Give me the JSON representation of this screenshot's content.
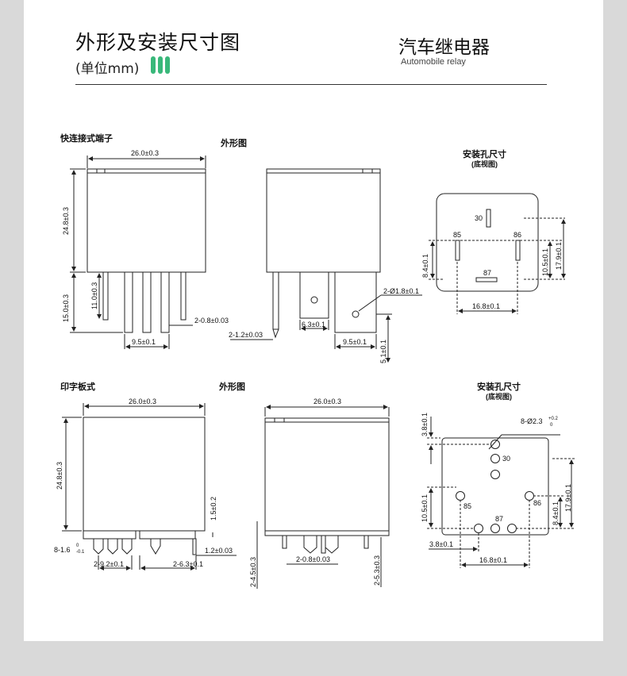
{
  "header": {
    "title": "外形及安装尺寸图",
    "unit": "(单位mm)",
    "product_title": "汽车继电器",
    "product_subtitle": "Automobile relay",
    "accent_color": "#39b87a"
  },
  "quick_connect": {
    "section_label": "快连接式端子",
    "outline_label": "外形图",
    "hole_label": "安装孔尺寸",
    "hole_sub": "(底视图)",
    "dims": {
      "width": "26.0±0.3",
      "height": "24.8±0.3",
      "pin_len": "15.0±0.3",
      "pin_len2": "11.0±0.3",
      "pin_thk": "2-0.8±0.03",
      "pitch": "9.5±0.1",
      "pin_w": "2-1.2±0.03",
      "tab_w": "6.3±0.1",
      "hole_dia": "2-Ø1.8±0.1",
      "pitch2": "9.5±0.1",
      "offset": "5.1±0.1",
      "hole_v1": "8.4±0.1",
      "hole_v2": "10.5±0.1",
      "hole_v3": "17.9±0.1",
      "hole_h": "16.8±0.1"
    },
    "pins": [
      "30",
      "85",
      "86",
      "87"
    ]
  },
  "pcb": {
    "section_label": "印字板式",
    "outline_label": "外形图",
    "hole_label": "安装孔尺寸",
    "hole_sub": "(底视图)",
    "dims": {
      "width": "26.0±0.3",
      "width2": "26.0±0.3",
      "height": "24.8±0.3",
      "standoff": "1.5±0.2",
      "pin_a": "8-1.6",
      "pin_a_tol_top": "0",
      "pin_a_tol_bot": "-0.1",
      "pitch_a": "2-9.2±0.1",
      "pitch_b": "2-6.3±0.1",
      "pin_b": "1.2±0.03",
      "pin_len": "2-4.5±0.3",
      "pin_thk": "2-0.8±0.03",
      "pin_len2": "2-5.3±0.3",
      "hole_dia": "8-Ø2.3",
      "hole_dia_tol_top": "+0.2",
      "hole_dia_tol_bot": "0",
      "top_off": "3.8±0.1",
      "hole_v2": "10.5±0.1",
      "hole_v1": "8.4±0.1",
      "hole_v3": "17.9±0.1",
      "left_off": "3.8±0.1",
      "hole_h": "16.8±0.1"
    },
    "pins": [
      "30",
      "85",
      "86",
      "87"
    ]
  }
}
